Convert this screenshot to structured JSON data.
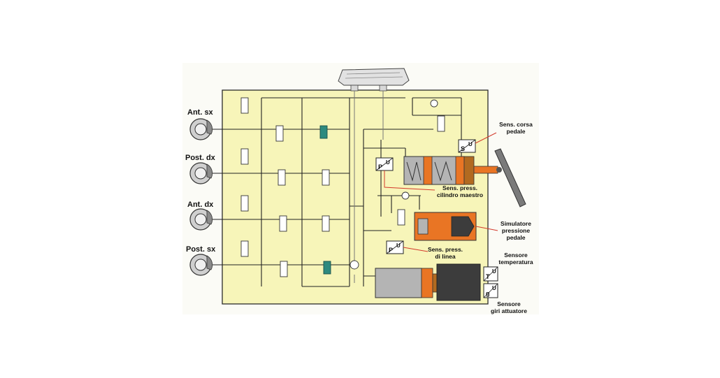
{
  "wheels": [
    {
      "label": "Ant. sx"
    },
    {
      "label": "Post. dx"
    },
    {
      "label": "Ant. dx"
    },
    {
      "label": "Post. sx"
    }
  ],
  "sensors": {
    "stroke": {
      "letter": "S",
      "out": "U"
    },
    "master": {
      "letter": "P",
      "out": "U"
    },
    "line": {
      "letter": "P",
      "out": "U"
    },
    "temp": {
      "letter": "T",
      "out": "U"
    },
    "revs": {
      "letter": "g",
      "out": "U"
    }
  },
  "labels": {
    "pedal_stroke": [
      "Sens. corsa",
      "pedale"
    ],
    "master_pressure": [
      "Sens. press.",
      "cilindro maestro"
    ],
    "simulator": [
      "Simulatore",
      "pressione",
      "pedale"
    ],
    "line_pressure": [
      "Sens. press.",
      "di linea"
    ],
    "temp_sensor": [
      "Sensore",
      "temperatura"
    ],
    "actuator_revs": [
      "Sensore",
      "giri attuatore"
    ]
  },
  "colors": {
    "panel": "#f7f5b9",
    "orange": "#e97524",
    "grey": "#b4b4b4",
    "dark": "#3c3c3c",
    "teal": "#2e8a7f",
    "leader": "#d33a2c",
    "brown": "#b26a20"
  }
}
